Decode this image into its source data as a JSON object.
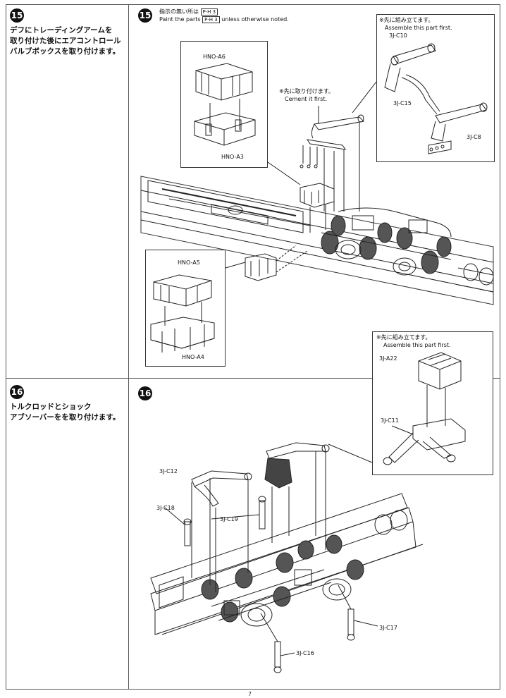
{
  "step15": {
    "number": "15",
    "left_text": [
      "デフにトレーディングアームを",
      "取り付けた後にエアコントロール",
      "バルブボックスを取り付けます。"
    ],
    "paint_jp": "指示の無い所は",
    "paint_code_jp": "P-H 3",
    "paint_en": "Paint the parts",
    "paint_code_en": "P-H 3",
    "paint_en_tail": " unless otherwise noted.",
    "note_box": {
      "jp": "※先に組み立てます。",
      "en": "Assemble this part first.",
      "parts": [
        "3J-C10",
        "3J-C15",
        "3J-C8"
      ]
    },
    "cement": {
      "jp": "※先に取り付けます。",
      "en": "Cement it first."
    },
    "box_a": {
      "parts": [
        "HNO-A6",
        "HNO-A3"
      ]
    },
    "box_b": {
      "parts": [
        "HNO-A5",
        "HNO-A4"
      ]
    }
  },
  "step16": {
    "number": "16",
    "left_text": [
      "トルクロッドとショック",
      "アブソーバーをを取り付けます。"
    ],
    "note_box": {
      "jp": "※先に組み立てます。",
      "en": "Assemble this part first.",
      "parts": [
        "3J-A22",
        "3J-C11"
      ]
    },
    "parts": [
      "3J-C12",
      "3J-C18",
      "3J-C19",
      "3J-C17",
      "3J-C16"
    ]
  },
  "page_number": "7"
}
